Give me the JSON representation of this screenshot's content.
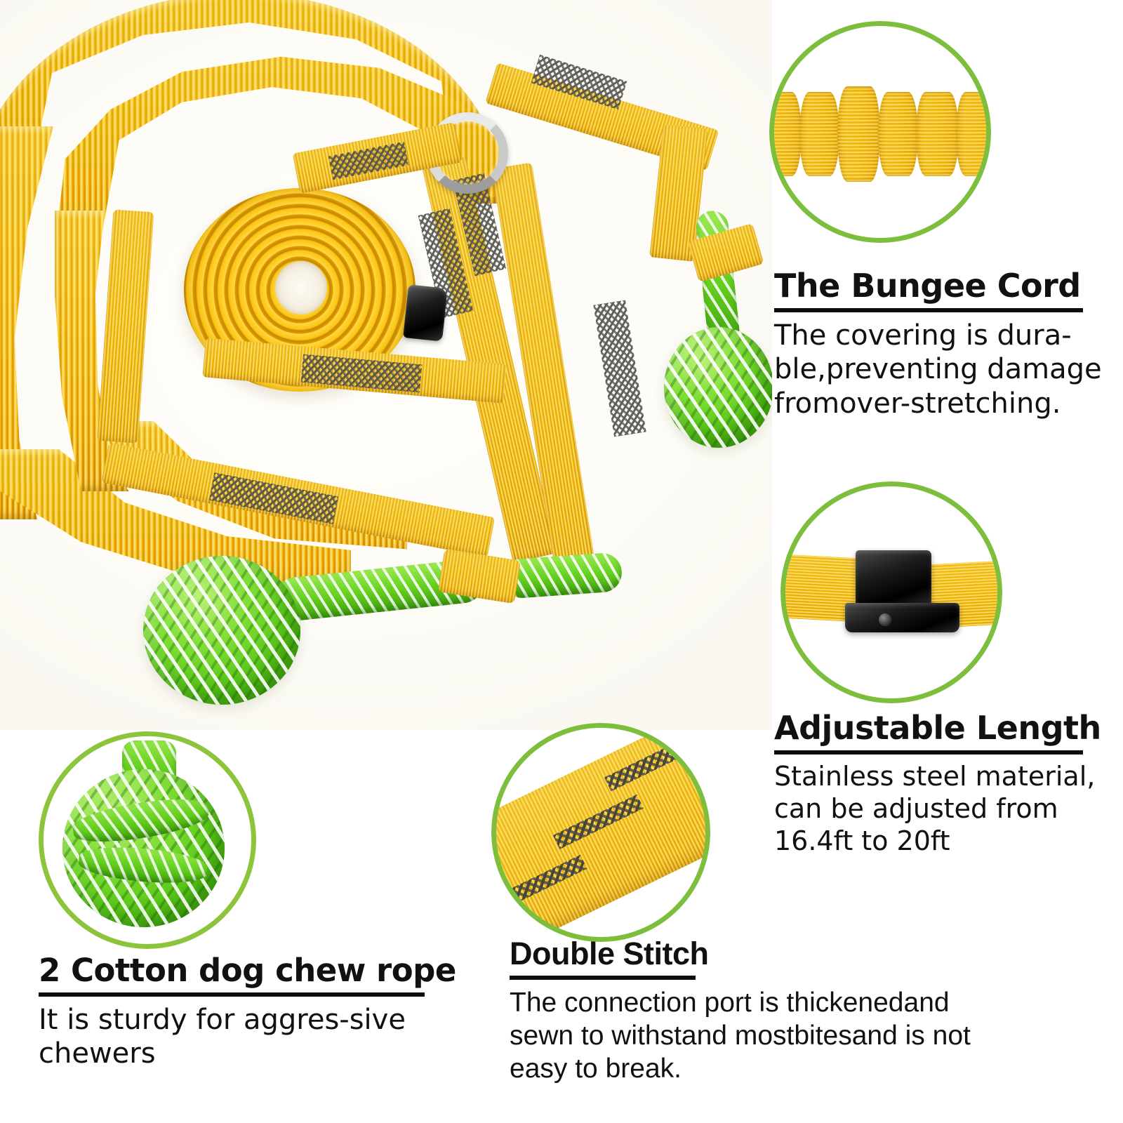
{
  "background": {
    "page_color": "#ffffff",
    "photo_backdrop": "#fdfcf7"
  },
  "palette": {
    "ring_green": "#7dbe3c",
    "rope_green": "#57c617",
    "webbing_yellow": "#fbc513",
    "buckle_black": "#111111",
    "text_black": "#111111",
    "stitch_grey": "#4b4b46"
  },
  "features": [
    {
      "id": "bungee",
      "title": "The Bungee Cord",
      "body": "The covering is dura-ble,preventing damage fromover-stretching.",
      "callout_icon": "bungee-cord-closeup"
    },
    {
      "id": "adjustable",
      "title": "Adjustable Length",
      "body": "Stainless steel material, can be adjusted from 16.4ft to 20ft",
      "callout_icon": "cam-buckle-closeup"
    },
    {
      "id": "rope",
      "title": "2 Cotton dog chew rope",
      "body": "It is sturdy for aggres-sive chewers",
      "callout_icon": "rope-knot-ball-closeup"
    },
    {
      "id": "stitch",
      "title": "Double Stitch",
      "body": "The connection port is thickenedand sewn to withstand mostbitesand is not easy to break.",
      "callout_icon": "double-stitch-closeup"
    }
  ],
  "product_photo": {
    "alt": "Yellow bungee dog leash with coiled webbing strap, silver D-ring, black cam buckle and two green knotted rope chew balls"
  }
}
